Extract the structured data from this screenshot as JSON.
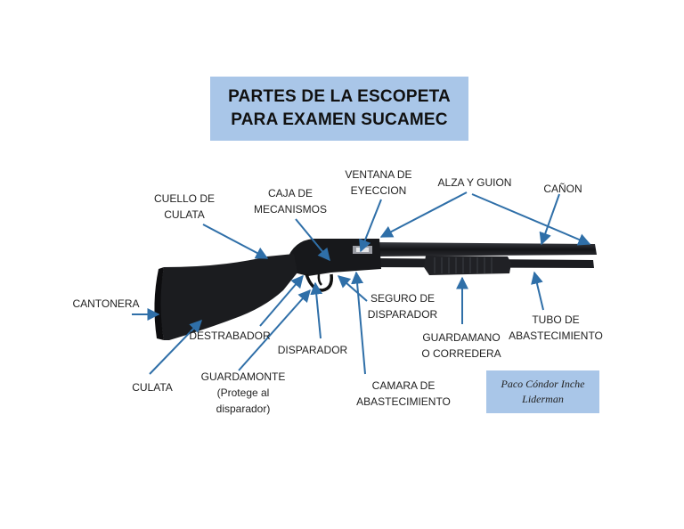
{
  "colors": {
    "title_bg": "#a9c6e8",
    "author_bg": "#a9c6e8",
    "arrow": "#2f6fa8",
    "gun_dark": "#1a1b1e"
  },
  "title": {
    "line1": "PARTES DE LA ESCOPETA",
    "line2": "PARA EXAMEN SUCAMEC"
  },
  "labels": {
    "cuello_de_culata": [
      "CUELLO DE",
      "CULATA"
    ],
    "caja_de_mecanismos": [
      "CAJA DE",
      "MECANISMOS"
    ],
    "ventana_de_eyeccion": [
      "VENTANA DE",
      "EYECCION"
    ],
    "alza_y_guion": "ALZA Y GUION",
    "canon": "CAÑON",
    "cantonera": "CANTONERA",
    "destrabador": "DESTRABADOR",
    "disparador": "DISPARADOR",
    "seguro_de_disparador": [
      "SEGURO DE",
      "DISPARADOR"
    ],
    "guardamano_o_corredera": [
      "GUARDAMANO",
      "O CORREDERA"
    ],
    "tubo_de_abastecimiento": [
      "TUBO DE",
      "ABASTECIMIENTO"
    ],
    "culata": "CULATA",
    "guardamonte": [
      "GUARDAMONTE",
      "(Protege al",
      "disparador)"
    ],
    "camara_de_abastecimiento": [
      "CAMARA DE",
      "ABASTECIMIENTO"
    ]
  },
  "author": {
    "line1": "Paco Cóndor Inche",
    "line2": "Liderman"
  }
}
